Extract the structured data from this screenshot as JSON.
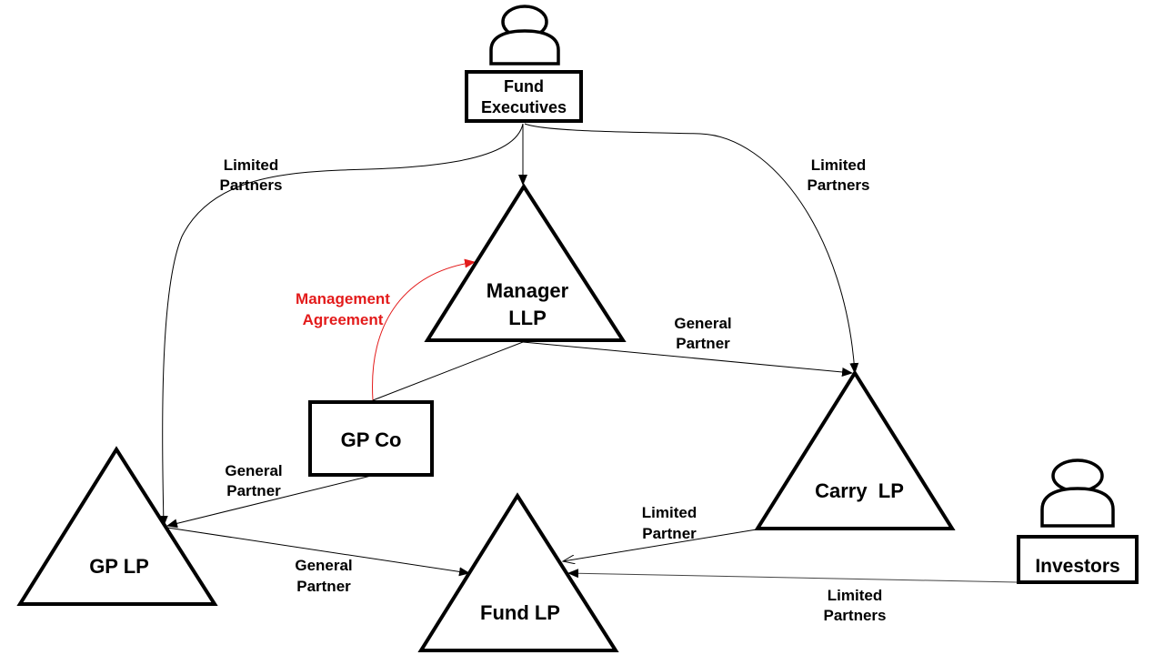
{
  "colors": {
    "line": "#000000",
    "highlight": "#e31b1b",
    "background": "#ffffff"
  },
  "nodes": {
    "fund_executives": {
      "type": "person-box",
      "line1": "Fund",
      "line2": "Executives",
      "icon": "person-icon"
    },
    "investors": {
      "type": "person-box",
      "label": "Investors",
      "icon": "person-icon"
    },
    "manager_llp": {
      "type": "triangle",
      "line1": "Manager",
      "line2": "LLP"
    },
    "gp_co": {
      "type": "box",
      "label": "GP Co"
    },
    "carry_lp": {
      "type": "triangle",
      "label": "Carry  LP"
    },
    "gp_lp": {
      "type": "triangle",
      "label": "GP LP"
    },
    "fund_lp": {
      "type": "triangle",
      "label": "Fund LP"
    }
  },
  "edges": [
    {
      "id": "exec-to-gplp",
      "from": "Fund Executives",
      "to": "GP LP",
      "line1": "Limited",
      "line2": "Partners"
    },
    {
      "id": "exec-to-manager",
      "from": "Fund Executives",
      "to": "Manager LLP"
    },
    {
      "id": "exec-to-carry",
      "from": "Fund Executives",
      "to": "Carry LP",
      "line1": "Limited",
      "line2": "Partners"
    },
    {
      "id": "gpco-to-manager",
      "from": "GP Co",
      "to": "Manager LLP",
      "line1": "Management",
      "line2": "Agreement",
      "highlight": true
    },
    {
      "id": "manager-to-carry",
      "from": "Manager LLP",
      "to": "Carry LP",
      "line1": "General",
      "line2": "Partner"
    },
    {
      "id": "gpco-to-gplp",
      "from": "GP Co",
      "to": "GP LP",
      "line1": "General",
      "line2": "Partner"
    },
    {
      "id": "gplp-to-fundlp",
      "from": "GP LP",
      "to": "Fund LP",
      "line1": "General",
      "line2": "Partner"
    },
    {
      "id": "carry-to-fundlp",
      "from": "Carry LP",
      "to": "Fund LP",
      "line1": "Limited",
      "line2": "Partner"
    },
    {
      "id": "investors-to-fundlp",
      "from": "Investors",
      "to": "Fund LP",
      "line1": "Limited",
      "line2": "Partners"
    }
  ]
}
